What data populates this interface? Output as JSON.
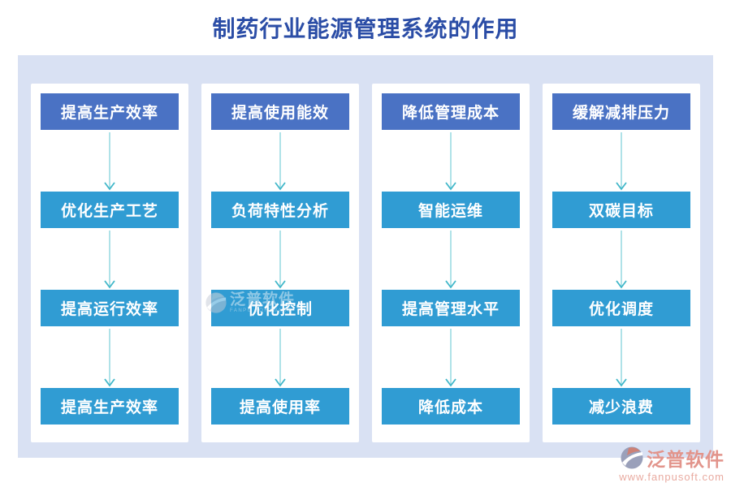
{
  "title": "制药行业能源管理系统的作用",
  "columns": [
    {
      "items": [
        "提高生产效率",
        "优化生产工艺",
        "提高运行效率",
        "提高生产效率"
      ]
    },
    {
      "items": [
        "提高使用能效",
        "负荷特性分析",
        "优化控制",
        "提高使用率"
      ]
    },
    {
      "items": [
        "降低管理成本",
        "智能运维",
        "提高管理水平",
        "降低成本"
      ]
    },
    {
      "items": [
        "缓解减排压力",
        "双碳目标",
        "优化调度",
        "减少浪费"
      ]
    }
  ],
  "brand": {
    "name": "泛普软件",
    "url": "www.fanpusoft.com"
  },
  "inline_watermark": {
    "name": "泛普软件",
    "sub": "FANPU SOFTWARE"
  },
  "icons": {
    "arrow": "down-arrow",
    "logo": "fanpu-logo"
  },
  "colors": {
    "title_text": "#2b4da6",
    "primary_box": "#4a72c4",
    "secondary_box": "#309cd3",
    "arrow_line": "#9bdbe3",
    "arrow_head": "#41b7c9",
    "panel_bg": "#d9e1f3",
    "column_bg": "#ffffff",
    "brand_text": "#e2948b",
    "brand_url_text": "#e9aba1"
  }
}
